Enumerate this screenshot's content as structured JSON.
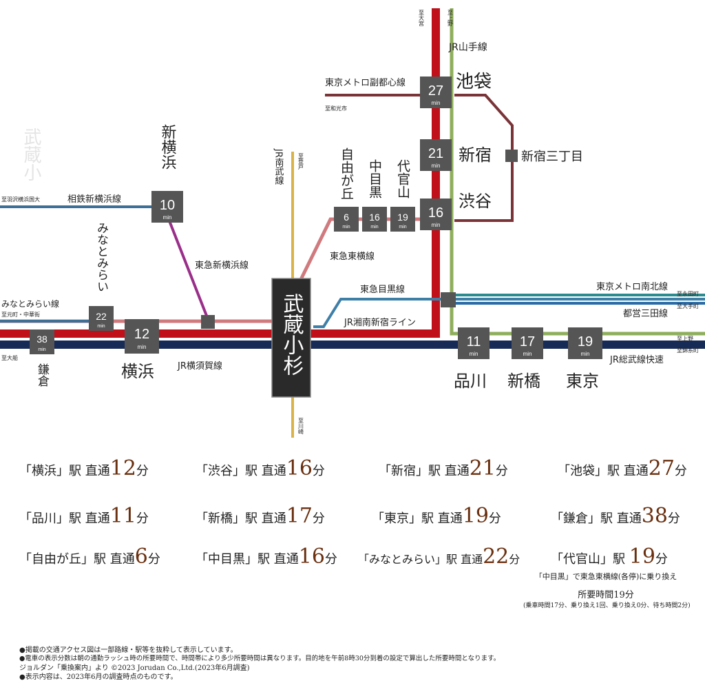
{
  "colors": {
    "jr_yamanote": "#8fae5c",
    "jr_red": "#c0101a",
    "jr_navy": "#172b57",
    "fukutoshin": "#7a3438",
    "soutetsu": "#3e6f96",
    "tokyu_shinyoko": "#9a2f8a",
    "toyoko": "#d07a7e",
    "meguro_teal": "#2b8c8f",
    "mita": "#2b6ca8",
    "nambu": "#d9b24a",
    "station_box": "#555555",
    "time_color": "#6a3010"
  },
  "map": {
    "faint_title": "武蔵小",
    "stations": {
      "musashikosugi": "武蔵小杉",
      "ikebukuro": "池袋",
      "shinjuku": "新宿",
      "shibuya": "渋谷",
      "shinjuku3": "新宿三丁目",
      "jiyugaoka": "自由が丘",
      "nakameguro": "中目黒",
      "daikanyama": "代官山",
      "shinyokohama": "新横浜",
      "minatomirai": "みなとみらい",
      "yokohama": "横浜",
      "kamakura": "鎌倉",
      "shinagawa": "品川",
      "shimbashi": "新橋",
      "tokyo": "東京"
    },
    "minutes": {
      "ikebukuro": "27",
      "shinjuku": "21",
      "shibuya": "16",
      "jiyugaoka": "6",
      "nakameguro": "16",
      "daikanyama": "19",
      "shinyokohama": "10",
      "minatomirai": "22",
      "yokohama": "12",
      "kamakura": "38",
      "shinagawa": "11",
      "shimbashi": "17",
      "tokyo": "19"
    },
    "min_unit": "min",
    "lines": {
      "yamanote": "JR山手線",
      "fukutoshin": "東京メトロ副都心線",
      "soutetsu": "相鉄新横浜線",
      "tokyu_shinyoko": "東急新横浜線",
      "nambu": "JR南武線",
      "toyoko": "東急東横線",
      "meguro": "東急目黒線",
      "shonan": "JR湘南新宿ライン",
      "yokosuka": "JR横須賀線",
      "minatomirai": "みなとみらい線",
      "namboku": "東京メトロ南北線",
      "mita": "都営三田線",
      "sobu": "JR総武線快速"
    },
    "directions": {
      "omiya": "至大宮",
      "ueno_top": "至上野",
      "wakoshi": "至和光市",
      "hanezawa": "至羽沢横浜国大",
      "noborito": "至登戸",
      "motomachi": "至元町・中華街",
      "ofuna": "至大船",
      "kawasaki": "至川崎",
      "nagatacho": "至永田町",
      "otemachi": "至大手町",
      "ueno_right": "至上野",
      "kinshicho": "至錦糸町"
    }
  },
  "times": [
    {
      "pre": "「横浜」駅 直通",
      "num": "12",
      "unit": "分"
    },
    {
      "pre": "「渋谷」駅 直通",
      "num": "16",
      "unit": "分"
    },
    {
      "pre": "「新宿」駅 直通",
      "num": "21",
      "unit": "分"
    },
    {
      "pre": "「池袋」駅 直通",
      "num": "27",
      "unit": "分"
    },
    {
      "pre": "「品川」駅 直通",
      "num": "11",
      "unit": "分"
    },
    {
      "pre": "「新橋」駅 直通",
      "num": "17",
      "unit": "分"
    },
    {
      "pre": "「東京」駅 直通",
      "num": "19",
      "unit": "分"
    },
    {
      "pre": "「鎌倉」駅 直通",
      "num": "38",
      "unit": "分"
    },
    {
      "pre": "「自由が丘」駅 直通",
      "num": "6",
      "unit": "分"
    },
    {
      "pre": "「中目黒」駅 直通",
      "num": "16",
      "unit": "分"
    },
    {
      "pre": "「みなとみらい」駅 直通",
      "num": "22",
      "unit": "分"
    },
    {
      "pre": "「代官山」駅 ",
      "num": "19",
      "unit": "分"
    }
  ],
  "daikanyama_note": {
    "line1": "「中目黒」で東急東横線(各停)に乗り換え",
    "line2": "所要時間19分",
    "line3": "(乗車時間17分、乗り換え1回、乗り換え0分、待ち時間2分)"
  },
  "footnotes": [
    "●掲載の交通アクセス図は一部路線・駅等を抜粋して表示しています。",
    "●電車の表示分数は朝の通勤ラッシュ時の所要時間で、時間帯により多少所要時間は異なります。目的地を午前8時30分到着の設定で算出した所要時間となります。",
    "ジョルダン「乗換案内」より ©2023 Jorudan Co.,Ltd.(2023年6月調査)",
    "●表示内容は、2023年6月の調査時点のものです。"
  ]
}
